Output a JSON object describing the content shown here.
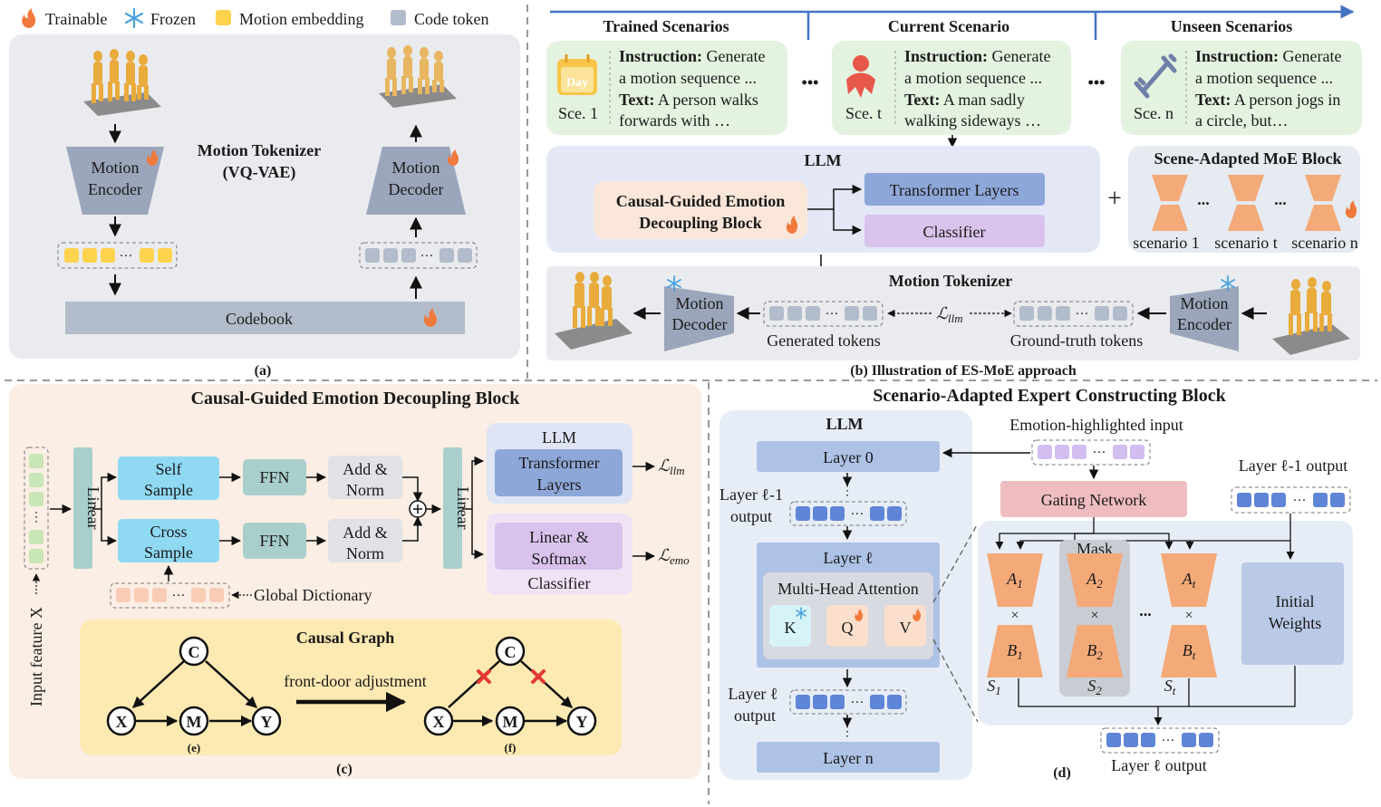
{
  "legend": {
    "trainable": "Trainable",
    "frozen": "Frozen",
    "motion_embedding": "Motion embedding",
    "code_token": "Code token"
  },
  "panel_a": {
    "title_line1": "Motion Tokenizer",
    "title_line2": "(VQ-VAE)",
    "encoder_line1": "Motion",
    "encoder_line2": "Encoder",
    "decoder_line1": "Motion",
    "decoder_line2": "Decoder",
    "codebook": "Codebook",
    "caption": "(a)"
  },
  "panel_b": {
    "timeline": {
      "trained": "Trained Scenarios",
      "current": "Current Scenario",
      "unseen": "Unseen Scenarios"
    },
    "scenarios": [
      {
        "label": "Sce. 1",
        "icon_text": "Day",
        "instr_label": "Instruction:",
        "instr": " Generate",
        "instr2": "a motion sequence ...",
        "text_label": "Text:",
        "text": " A person walks",
        "text2": "forwards with …"
      },
      {
        "label": "Sce. t",
        "instr_label": "Instruction:",
        "instr": " Generate",
        "instr2": "a motion sequence ...",
        "text_label": "Text:",
        "text": " A man sadly",
        "text2": "walking sideways …"
      },
      {
        "label": "Sce. n",
        "instr_label": "Instruction:",
        "instr": " Generate",
        "instr2": "a motion sequence ...",
        "text_label": "Text:",
        "text": " A person jogs in",
        "text2": "a circle, but…"
      }
    ],
    "ellipsis": "•••",
    "llm": "LLM",
    "causal_line1": "Causal-Guided Emotion",
    "causal_line2": "Decoupling Block",
    "transformer_layers": "Transformer Layers",
    "classifier": "Classifier",
    "plus": "+",
    "moe_title": "Scene-Adapted MoE Block",
    "moe_labels": [
      "scenario 1",
      "scenario t",
      "scenario n"
    ],
    "moe_dots": "...",
    "tokenizer_title": "Motion Tokenizer",
    "decoder_line1": "Motion",
    "decoder_line2": "Decoder",
    "encoder_line1": "Motion",
    "encoder_line2": "Encoder",
    "generated": "Generated tokens",
    "groundtruth": "Ground-truth tokens",
    "loss_base": "ℒ",
    "loss_sub": "llm",
    "caption": "(b) Illustration of ES-MoE approach"
  },
  "panel_c": {
    "title": "Causal-Guided Emotion Decoupling Block",
    "input_label": "Input  feature X",
    "linear": "Linear",
    "self_line1": "Self",
    "self_line2": "Sample",
    "cross_line1": "Cross",
    "cross_line2": "Sample",
    "ffn": "FFN",
    "addnorm_line1": "Add &",
    "addnorm_line2": "Norm",
    "llm": "LLM",
    "tl_line1": "Transformer",
    "tl_line2": "Layers",
    "ls_line1": "Linear &",
    "ls_line2": "Softmax",
    "classifier": "Classifier",
    "loss_base": "ℒ",
    "loss_llm": "llm",
    "loss_emo": "emo",
    "global_dict": "Global  Dictionary",
    "causal_graph": "Causal Graph",
    "front_door": "front-door adjustment",
    "nodes": {
      "c": "C",
      "x": "X",
      "m": "M",
      "y": "Y"
    },
    "sub_e": "(e)",
    "sub_f": "(f)",
    "caption": "(c)"
  },
  "panel_d": {
    "title": "Scenario-Adapted Expert Constructing Block",
    "llm": "LLM",
    "layer0": "Layer 0",
    "layer_l": "Layer ℓ",
    "layern": "Layer n",
    "prev_out_line1": "Layer ℓ-1",
    "prev_out_line2": "output",
    "l_out_line1": "Layer ℓ",
    "l_out_line2": "output",
    "mha": "Multi-Head Attention",
    "k": "K",
    "q": "Q",
    "v": "V",
    "emotion_input": "Emotion-highlighted input",
    "gating": "Gating Network",
    "prev_output": "Layer ℓ-1 output",
    "mask": "Mask",
    "a_labels": [
      "1",
      "2",
      "t"
    ],
    "b_labels": [
      "1",
      "2",
      "t"
    ],
    "s_labels": [
      "1",
      "2",
      "t"
    ],
    "dots": "...",
    "init_line1": "Initial",
    "init_line2": "Weights",
    "times": "×",
    "out_label": "Layer ℓ output",
    "caption": "(d)"
  },
  "colors": {
    "panel_grey": "#e9ebee",
    "panel_peach": "#fbeee4",
    "panel_blue": "#e6edf7",
    "causal_yellow": "#fde9b2",
    "transformer_blue": "#8ea7d9",
    "classifier_purple": "#d9c3ec",
    "gating_pink": "#efbcc0",
    "expert_orange": "#f4a978",
    "sample_cyan": "#8fd9f3",
    "ffn_teal": "#a9cfcc",
    "token_yellow": "#ffd34d",
    "token_grey": "#b3bccb",
    "token_blue": "#5f85d6",
    "token_purple": "#d2bdf0",
    "token_peach": "#f9cdb5",
    "token_green": "#c8e6b8",
    "scenario_green": "#e4f2e0"
  }
}
